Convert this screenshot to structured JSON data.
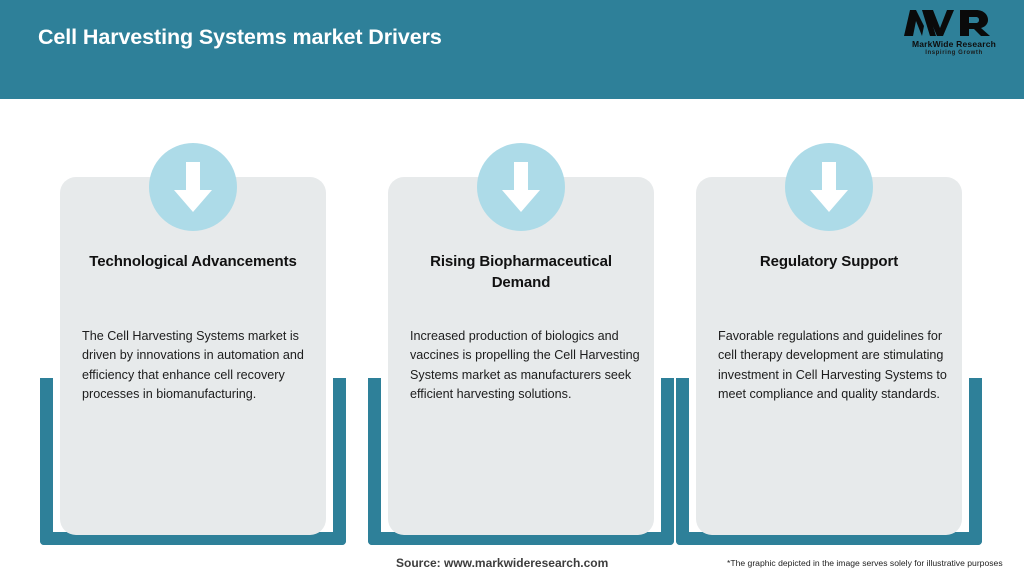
{
  "header": {
    "title": "Cell Harvesting Systems market Drivers",
    "bar_color": "#2e8099",
    "title_color": "#ffffff"
  },
  "logo": {
    "mark": "MWR",
    "name": "MarkWide Research",
    "tagline": "Inspiring Growth"
  },
  "theme": {
    "teal": "#2e8099",
    "card_bg": "#e7eaeb",
    "circle_blue": "#addbe8",
    "arrow_white": "#ffffff"
  },
  "cards": [
    {
      "icon": "down-arrow-icon",
      "title": "Technological Advancements",
      "body": "The Cell Harvesting Systems market is driven by innovations in automation and efficiency that enhance cell recovery processes in biomanufacturing."
    },
    {
      "icon": "down-arrow-icon",
      "title": "Rising Biopharmaceutical Demand",
      "body": "Increased production of biologics and vaccines is propelling the Cell Harvesting Systems market as manufacturers seek efficient harvesting solutions."
    },
    {
      "icon": "down-arrow-icon",
      "title": "Regulatory Support",
      "body": "Favorable regulations and guidelines for cell therapy development are stimulating investment in Cell Harvesting Systems to meet compliance and quality standards."
    }
  ],
  "footer": {
    "source": "Source: www.markwideresearch.com",
    "disclaimer": "*The graphic depicted in the image serves solely for illustrative purposes"
  }
}
